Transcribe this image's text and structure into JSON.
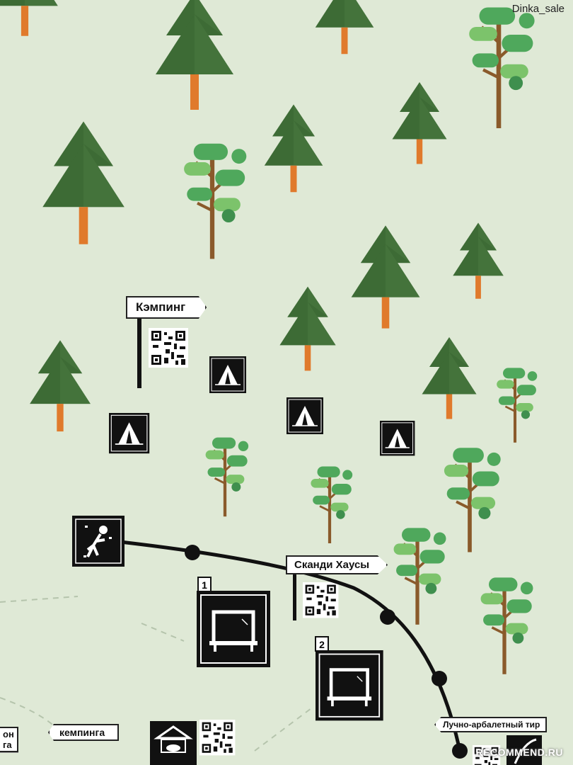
{
  "map": {
    "labels": {
      "camping": "Кэмпинг",
      "scandi_houses": "Сканди Хаусы",
      "camping_partial": "кемпинга",
      "partial_left": "он",
      "partial_left_2": "га",
      "archery": "Лучно-арбалетный тир",
      "house_1": "1",
      "house_2": "2"
    },
    "watermarks": {
      "user": "Dinka_sale",
      "site": "RECOMMEND.RU"
    },
    "colors": {
      "background": "#dfe9d6",
      "fir_dark": "#3d6b35",
      "fir_light": "#4f7d43",
      "trunk": "#e07a2c",
      "pine_green": "#4fa85c",
      "pine_light": "#7cc36b",
      "pine_trunk": "#8a5a2b",
      "icon_bg": "#111111",
      "route": "#111111"
    },
    "icons": [
      "tent-icon",
      "climbing-icon",
      "house-icon",
      "grill-icon",
      "qr-code",
      "archery-icon"
    ]
  }
}
